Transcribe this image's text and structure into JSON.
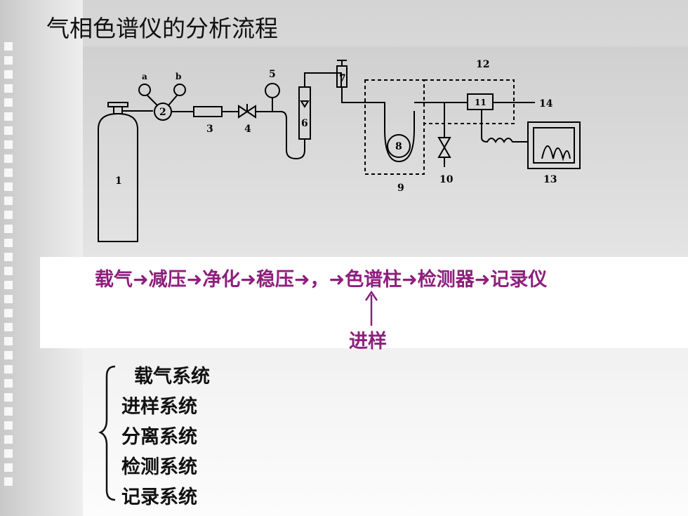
{
  "slide": {
    "title": "气相色谱仪的分析流程"
  },
  "apparatus": {
    "labels": {
      "a": "a",
      "b": "b",
      "n1": "1",
      "n2": "2",
      "n3": "3",
      "n4": "4",
      "n5": "5",
      "n6": "6",
      "n7": "7",
      "n8": "8",
      "n9": "9",
      "n10": "10",
      "n11": "11",
      "n12": "12",
      "n13": "13",
      "n14": "14"
    }
  },
  "flow": {
    "sequence": "载气➜减压➜净化➜稳压➜，➜色谱柱➜检测器➜记录仪",
    "injection_label": "进样",
    "accent_color": "#8e1f7c"
  },
  "systems": {
    "items": [
      "载气系统",
      "进样系统",
      "分离系统",
      "检测系统",
      "记录系统"
    ]
  }
}
